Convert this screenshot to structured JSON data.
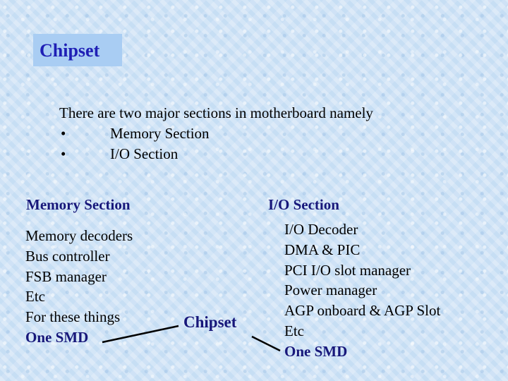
{
  "title": "Chipset",
  "intro": {
    "line": "There are two major sections in motherboard namely",
    "bullet_char": "•",
    "bullets": [
      "Memory Section",
      "I/O Section"
    ]
  },
  "memory": {
    "heading": "Memory Section",
    "items": [
      "Memory decoders",
      "Bus controller",
      "FSB manager",
      "Etc",
      "For these things"
    ],
    "smd": "One SMD"
  },
  "io": {
    "heading": "I/O Section",
    "items": [
      "I/O Decoder",
      "DMA & PIC",
      "PCI I/O slot manager",
      "Power manager",
      "AGP onboard & AGP Slot",
      "Etc"
    ],
    "smd": "One SMD"
  },
  "center_label": "Chipset"
}
